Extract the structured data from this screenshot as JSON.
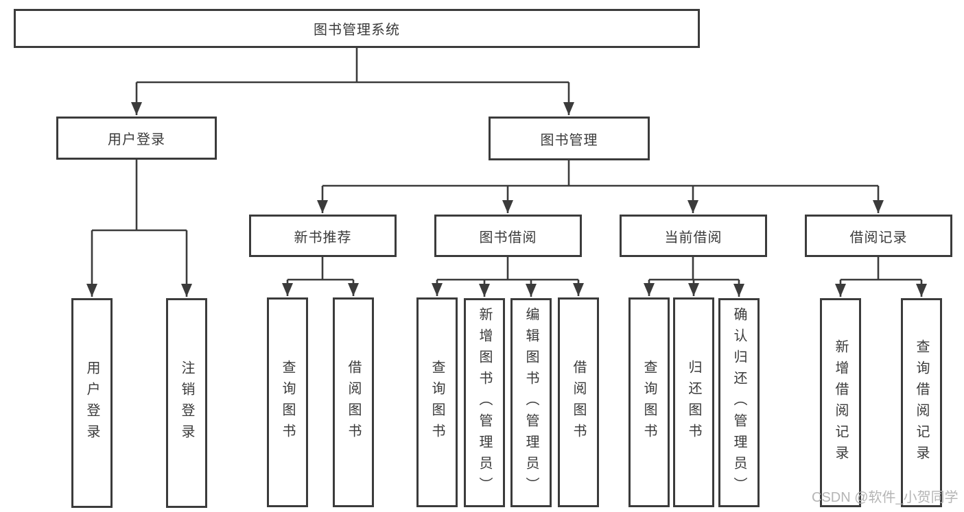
{
  "theme": {
    "line_color": "#3b3b3b",
    "text_color": "#3a3a3a",
    "background": "#ffffff",
    "watermark_color": "#b5b5b5"
  },
  "diagram": {
    "title": "图书管理系统",
    "level2": {
      "user_login": "用户登录",
      "book_mgmt": "图书管理"
    },
    "level3": {
      "new_book_rec": "新书推荐",
      "book_borrow": "图书借阅",
      "current_borrow": "当前借阅",
      "borrow_record": "借阅记录"
    },
    "leaves": {
      "user_login_group": {
        "login": "用户登录",
        "logout": "注销登录"
      },
      "new_book_group": {
        "search": "查询图书",
        "borrow": "借阅图书"
      },
      "book_borrow_group": {
        "search": "查询图书",
        "add": "新增图书（管理员）",
        "edit": "编辑图书（管理员）",
        "borrow": "借阅图书"
      },
      "current_borrow_group": {
        "search": "查询图书",
        "return": "归还图书",
        "confirm": "确认归还（管理员）"
      },
      "borrow_record_group": {
        "add": "新增借阅记录",
        "search": "查询借阅记录"
      }
    }
  },
  "watermark": {
    "text": "CSDN @软件_小贺同学"
  }
}
